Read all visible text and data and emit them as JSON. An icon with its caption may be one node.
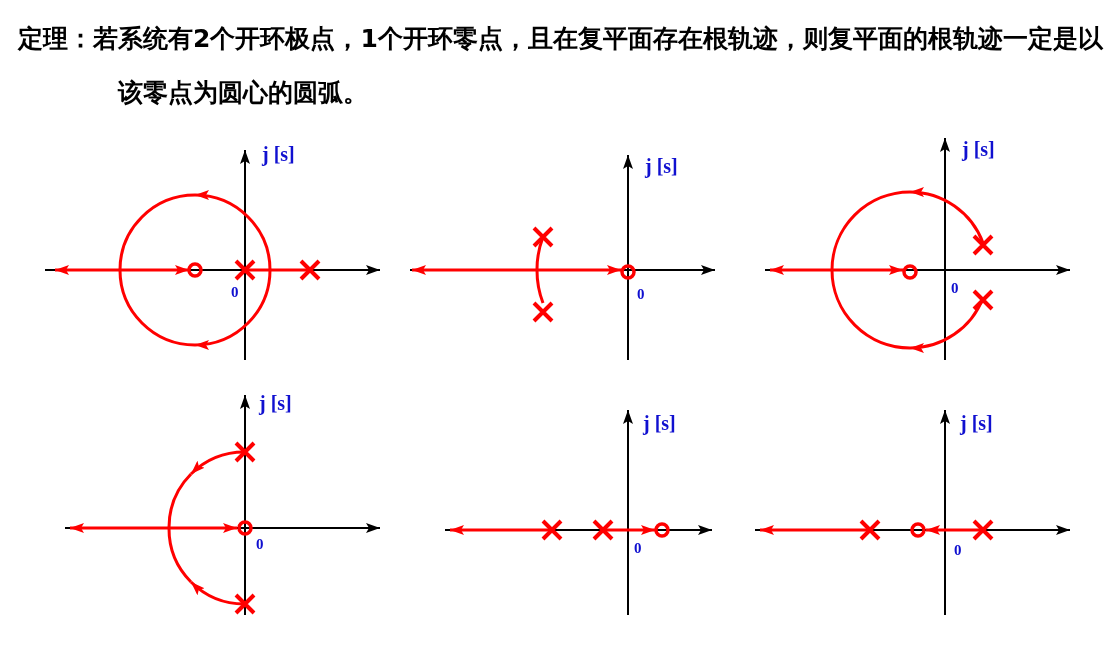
{
  "diagram": {
    "title": "定理：若系统有2个开环极点，1个开环零点，且在复平面存在根轨迹，则复平面的根轨迹一定是以该零点为圆心的圆弧。",
    "labels": [
      "j [s]",
      "0",
      "j [s]",
      "0",
      "j [s]",
      "0",
      "j [s]",
      "0",
      "j [s]",
      "0",
      "j [s]",
      "0"
    ]
  }
}
